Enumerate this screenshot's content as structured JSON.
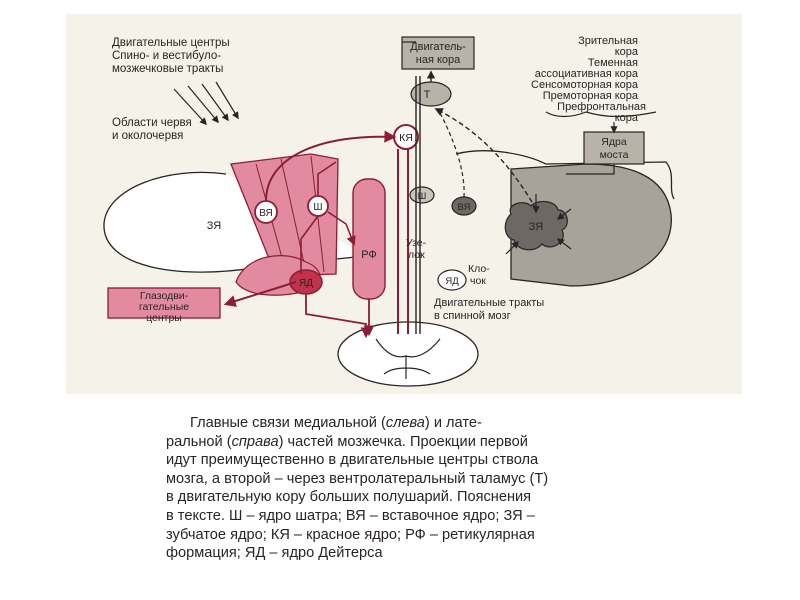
{
  "figure": {
    "labels": {
      "motor_centers_1": "Двигательные центры",
      "motor_centers_2": "Спино- и вестибуло-",
      "motor_centers_3": "мозжечковые тракты",
      "vermis_1": "Области червя",
      "vermis_2": "и  околочервя",
      "motor_cortex_1": "Двигатель-",
      "motor_cortex_2": "ная кора",
      "visual_1": "Зрительная",
      "visual_2": "кора",
      "parietal_1": "Теменная",
      "parietal_2": "ассоциативная кора",
      "sensorimotor": "Сенсомоторная кора",
      "premotor": "Премоторная кора",
      "prefrontal_1": "Префронтальная",
      "prefrontal_2": "кора",
      "pons_1": "Ядра",
      "pons_2": "моста",
      "thalamus": "Т",
      "red_nucleus": "КЯ",
      "interposed": "ВЯ",
      "fastigial": "Ш",
      "dentate": "ЗЯ",
      "reticular": "РФ",
      "deiters": "ЯД",
      "nodulus_1": "Узе-",
      "nodulus_2": "лок",
      "flocculus_1": "Кло-",
      "flocculus_2": "чок",
      "oculomotor_1": "Глазодви-",
      "oculomotor_2": "гательные",
      "oculomotor_3": "центры",
      "spinal_1": "Двигательные тракты",
      "spinal_2": "в спинной мозг"
    }
  },
  "caption": {
    "l1_a": "Главные связи медиальной (",
    "l1_i1": "слева",
    "l1_b": ") и лате-",
    "l2_a": "ральной (",
    "l2_i1": "справа",
    "l2_b": ") частей мозжечка. Проекции первой",
    "l3": "идут преимущественно в двигательные центры ствола",
    "l4": "мозга, а второй – через вентролатеральный таламус (Т)",
    "l5": "в двигательную кору больших полушарий. Пояснения",
    "l6": "в тексте. Ш – ядро шатра; ВЯ – вставочное ядро; ЗЯ –",
    "l7": "зубчатое ядро; КЯ – красное ядро; РФ – ретикулярная",
    "l8": "формация; ЯД – ядро Дейтерса"
  }
}
